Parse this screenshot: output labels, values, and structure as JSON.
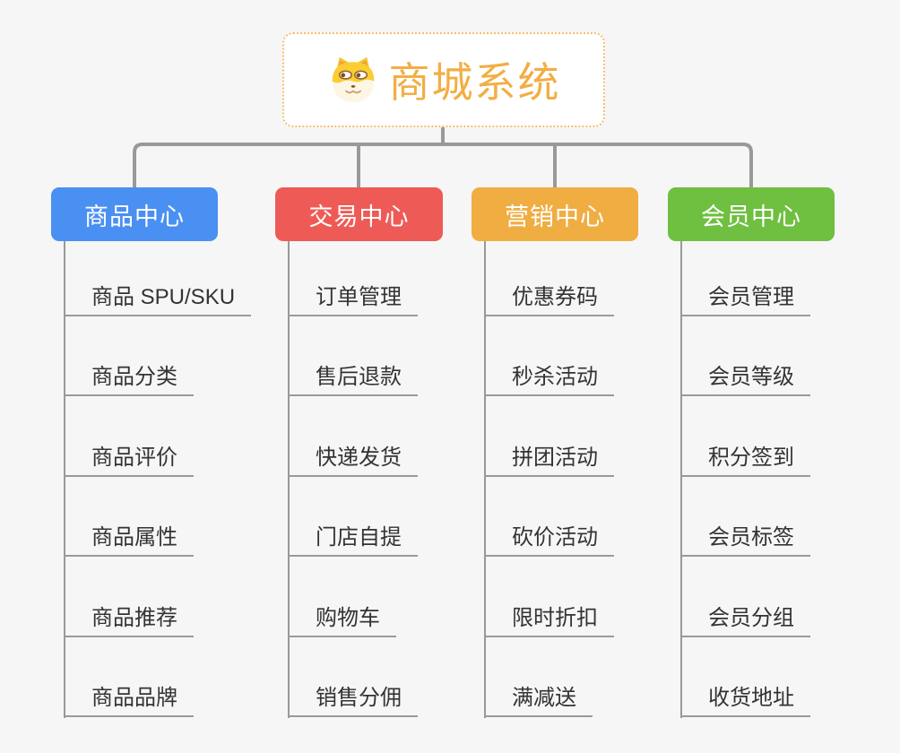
{
  "root": {
    "title": "商城系统",
    "icon": "doge-dog-icon"
  },
  "branches": [
    {
      "label": "商品中心",
      "color": "#4a90f2",
      "items": [
        "商品 SPU/SKU",
        "商品分类",
        "商品评价",
        "商品属性",
        "商品推荐",
        "商品品牌"
      ]
    },
    {
      "label": "交易中心",
      "color": "#ee5b56",
      "items": [
        "订单管理",
        "售后退款",
        "快递发货",
        "门店自提",
        "购物车",
        "销售分佣"
      ]
    },
    {
      "label": "营销中心",
      "color": "#efad42",
      "items": [
        "优惠券码",
        "秒杀活动",
        "拼团活动",
        "砍价活动",
        "限时折扣",
        "满减送"
      ]
    },
    {
      "label": "会员中心",
      "color": "#6fbf40",
      "items": [
        "会员管理",
        "会员等级",
        "积分签到",
        "会员标签",
        "会员分组",
        "收货地址"
      ]
    }
  ],
  "colors": {
    "connector": "#999999",
    "leaf_underline": "#9a9a9a",
    "leaf_text": "#333333",
    "root_accent": "#f2ae44",
    "root_border": "#f6bd6e",
    "background": "#f6f6f7"
  }
}
